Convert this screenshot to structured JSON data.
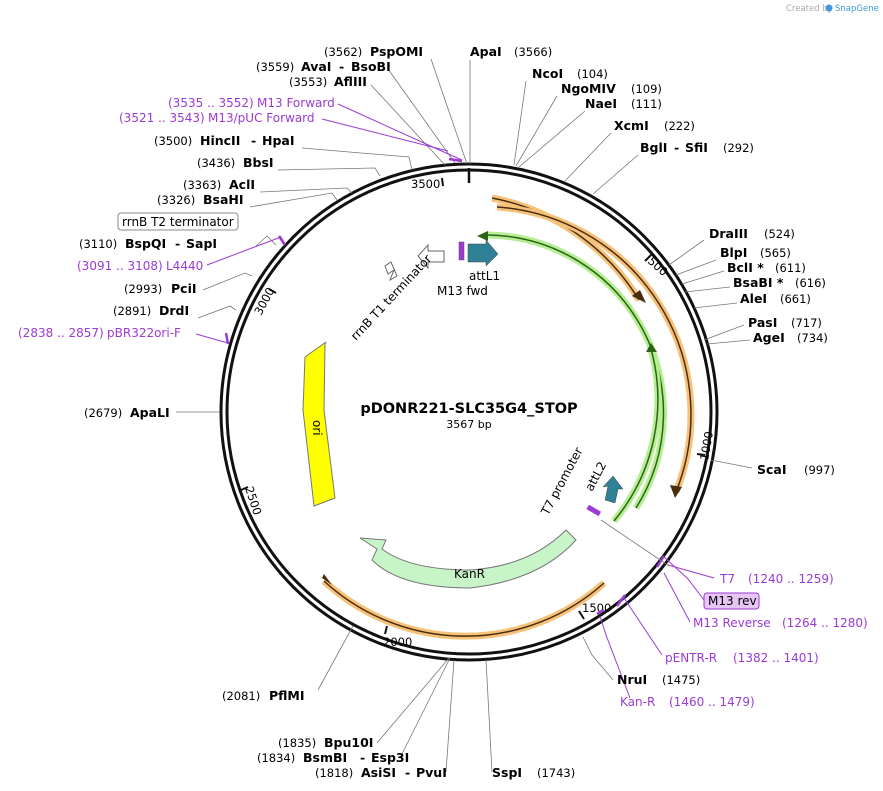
{
  "header": {
    "created_by": "Created by",
    "brand": "SnapGene"
  },
  "plasmid": {
    "name": "pDONR221-SLC35G4_STOP",
    "length": "3567 bp"
  },
  "ticks": [
    "500",
    "1000",
    "1500",
    "2000",
    "2500",
    "3000",
    "3500"
  ],
  "features": {
    "attL1": "attL1",
    "m13fwd": "M13 fwd",
    "rrnb_t1": "rrnB T1 terminator",
    "ori": "ori",
    "kanr": "KanR",
    "t7_promoter": "T7 promoter",
    "attL2": "attL2"
  },
  "enzymes": {
    "pspomi": {
      "pos": "(3562)",
      "name": "PspOMI"
    },
    "apai": {
      "pos": "(3566)",
      "name": "ApaI"
    },
    "avai": {
      "pos": "(3559)",
      "name": "AvaI",
      "alias": "BsoBI"
    },
    "aflIII": {
      "pos": "(3553)",
      "name": "AflIII"
    },
    "ncoi": {
      "pos": "(104)",
      "name": "NcoI"
    },
    "ngomiv": {
      "pos": "(109)",
      "name": "NgoMIV"
    },
    "naei": {
      "pos": "(111)",
      "name": "NaeI"
    },
    "xcmi": {
      "pos": "(222)",
      "name": "XcmI"
    },
    "bgli": {
      "pos": "(292)",
      "name": "BglI",
      "alias": "SfiI"
    },
    "hincii": {
      "pos": "(3500)",
      "name": "HincII",
      "alias": "HpaI"
    },
    "bbsi": {
      "pos": "(3436)",
      "name": "BbsI"
    },
    "acli": {
      "pos": "(3363)",
      "name": "AclI"
    },
    "bsahi": {
      "pos": "(3326)",
      "name": "BsaHI"
    },
    "bspqi": {
      "pos": "(3110)",
      "name": "BspQI",
      "alias": "SapI"
    },
    "pcii": {
      "pos": "(2993)",
      "name": "PciI"
    },
    "drdi": {
      "pos": "(2891)",
      "name": "DrdI"
    },
    "apali": {
      "pos": "(2679)",
      "name": "ApaLI"
    },
    "draiii": {
      "pos": "(524)",
      "name": "DraIII"
    },
    "blpi": {
      "pos": "(565)",
      "name": "BlpI"
    },
    "bcli": {
      "pos": "(611)",
      "name": "BclI *"
    },
    "bsabi": {
      "pos": "(616)",
      "name": "BsaBI *"
    },
    "alei": {
      "pos": "(661)",
      "name": "AleI"
    },
    "pasi": {
      "pos": "(717)",
      "name": "PasI"
    },
    "agei": {
      "pos": "(734)",
      "name": "AgeI"
    },
    "scai": {
      "pos": "(997)",
      "name": "ScaI"
    },
    "nrui": {
      "pos": "(1475)",
      "name": "NruI"
    },
    "pflmi": {
      "pos": "(2081)",
      "name": "PflMI"
    },
    "bpu10i": {
      "pos": "(1835)",
      "name": "Bpu10I"
    },
    "bsmbi": {
      "pos": "(1834)",
      "name": "BsmBI",
      "alias": "Esp3I"
    },
    "asisi": {
      "pos": "(1818)",
      "name": "AsiSI",
      "alias": "PvuI"
    },
    "sspi": {
      "pos": "(1743)",
      "name": "SspI"
    }
  },
  "primers": {
    "m13fwd": {
      "range": "(3535 .. 3552)",
      "name": "M13 Forward"
    },
    "m13puc": {
      "range": "(3521 .. 3543)",
      "name": "M13/pUC Forward"
    },
    "l4440": {
      "range": "(3091 .. 3108)",
      "name": "L4440"
    },
    "pbr322": {
      "range": "(2838 .. 2857)",
      "name": "pBR322ori-F"
    },
    "t7": {
      "range": "(1240 .. 1259)",
      "name": "T7"
    },
    "m13rev_box": "M13 rev",
    "m13reverse": {
      "range": "(1264 .. 1280)",
      "name": "M13 Reverse"
    },
    "pentr": {
      "range": "(1382 .. 1401)",
      "name": "pENTR-R"
    },
    "kanr": {
      "range": "(1460 .. 1479)",
      "name": "Kan-R"
    }
  },
  "boxed_label": "rrnB T2 terminator",
  "colors": {
    "backbone": "#111111",
    "primer": "#9b3bd4",
    "orange_arrow": "#f6a640",
    "green_arrow": "#8bd25f",
    "ori": "#ffff00",
    "kanr": "#c8f5c8",
    "att": "#2f8197"
  }
}
